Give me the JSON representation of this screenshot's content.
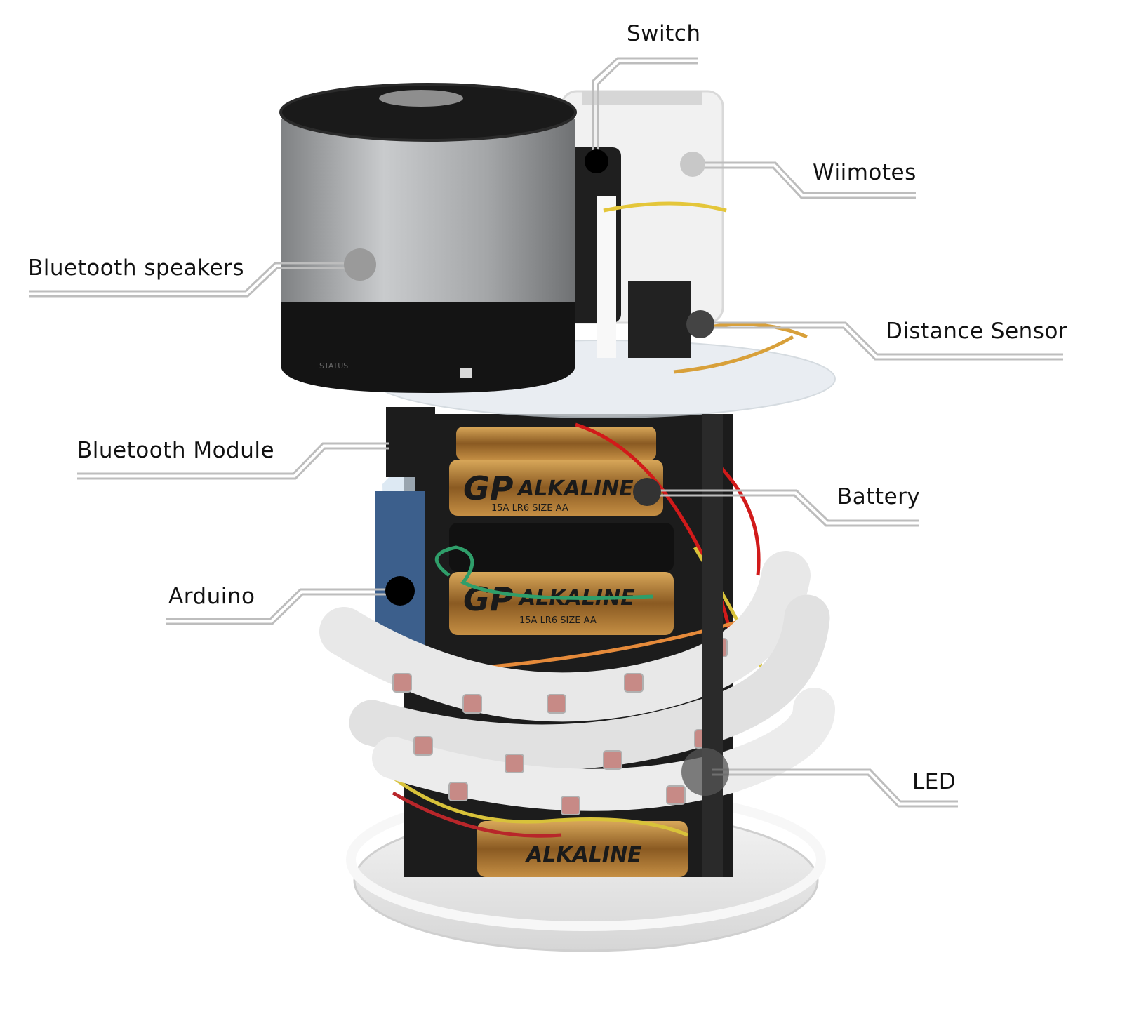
{
  "colors": {
    "background": "#ffffff",
    "leader_line": "#bdbdbd",
    "label_text": "#111111",
    "dot_dark": "#000000",
    "dot_light": "#c8c8c8",
    "dot_mid": "#9a9a9a",
    "speaker_silver": "#a9abad",
    "battery_gold": "#b98a3a",
    "led_strip": "#e6e6e6"
  },
  "labels": {
    "switch": "Switch",
    "wiimotes": "Wiimotes",
    "bluetooth_speakers": "Bluetooth speakers",
    "distance_sensor": "Distance Sensor",
    "bluetooth_module": "Bluetooth Module",
    "battery": "Battery",
    "arduino": "Arduino",
    "led": "LED"
  },
  "battery_print": {
    "brand": "GP",
    "type": "ALKALINE",
    "size": "15A LR6 SIZE AA"
  },
  "speaker_print": {
    "status": "STATUS"
  }
}
